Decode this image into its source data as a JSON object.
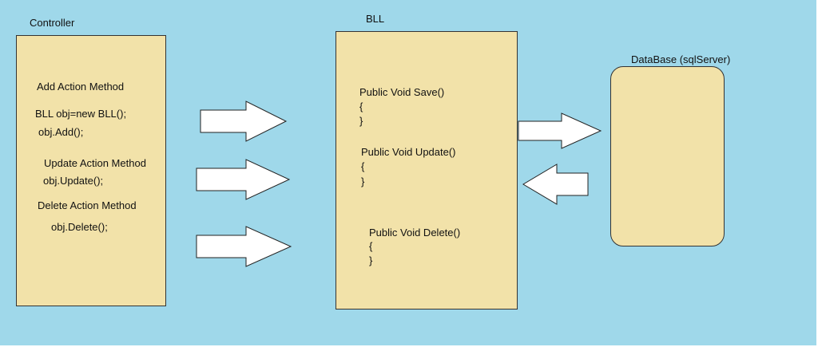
{
  "controller": {
    "title": "Controller",
    "lines": [
      "Add Action Method",
      "BLL obj=new BLL();",
      "obj.Add();",
      "Update Action Method",
      "obj.Update();",
      "Delete Action Method",
      "obj.Delete();"
    ]
  },
  "bll": {
    "title": "BLL",
    "methods": [
      {
        "signature": "Public Void Save()",
        "open": "{",
        "close": "}"
      },
      {
        "signature": "Public Void Update()",
        "open": "{",
        "close": "}"
      },
      {
        "signature": "Public Void Delete()",
        "open": "{",
        "close": "}"
      }
    ]
  },
  "database": {
    "title": "DataBase",
    "subtitle": "(sqlServer)"
  },
  "colors": {
    "background": "#9fd8ea",
    "box_fill": "#f2e2a9",
    "arrow_fill": "#ffffff"
  }
}
